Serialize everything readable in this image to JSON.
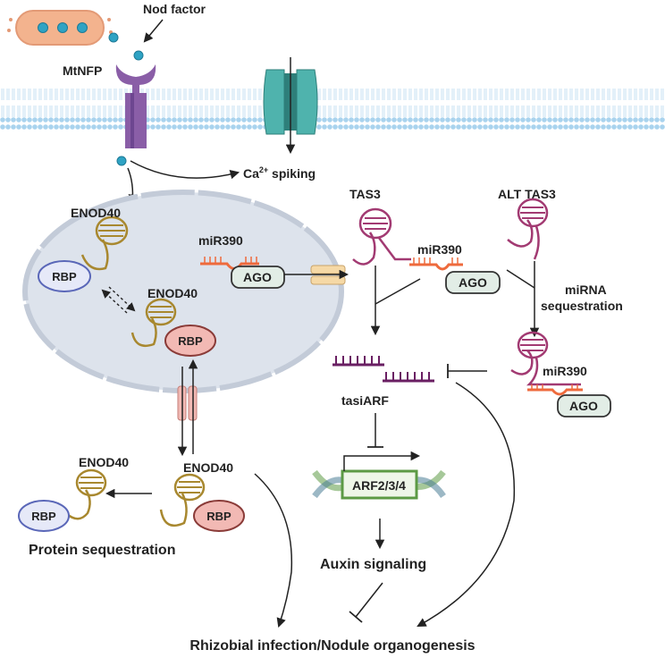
{
  "labels": {
    "nod_factor": "Nod factor",
    "mtnfp": "MtNFP",
    "ca_spiking_base": "Ca",
    "ca_spiking_sup": "2+",
    "ca_spiking_rest": " spiking",
    "enod40_nucleus_top": "ENOD40",
    "enod40_nucleus_mid": "ENOD40",
    "enod40_cyto": "ENOD40",
    "enod40_protein": "ENOD40",
    "mir390_nucleus": "miR390",
    "mir390_cyto": "miR390",
    "mir390_sequestered": "miR390",
    "tas3": "TAS3",
    "alt_tas3": "ALT TAS3",
    "mirna_sequestration_line1": "miRNA",
    "mirna_sequestration_line2": "sequestration",
    "tasiarf": "tasiARF",
    "arf": "ARF2/3/4",
    "auxin_signaling": "Auxin signaling",
    "protein_sequestration": "Protein sequestration",
    "bottom_title": "Rhizobial infection/Nodule organogenesis",
    "rbp": "RBP",
    "ago": "AGO"
  },
  "colors": {
    "enod40_rna": "#a8882f",
    "tas3_rna": "#a23a72",
    "mirna": "#ee6a3c",
    "rbp_blue_fill": "#e6e9f8",
    "rbp_blue_stroke": "#5a67b8",
    "rbp_red_fill": "#f2b9b4",
    "rbp_red_stroke": "#8a3b38",
    "ago_fill": "#e2ede6",
    "nucleus_fill": "#dde3ec",
    "membrane": "#b9daf0",
    "receptor": "#8a5ea7",
    "channel": "#4fb3ad",
    "arf_box": "#5c9a45",
    "tasiarf": "#6a1f63",
    "bacterium": "#f3b38e",
    "nod_factor_dot": "#2fa3c4"
  },
  "icons": [
    "bacterium-icon",
    "receptor-icon",
    "ion-channel-icon",
    "nuclear-pore-icon",
    "dna-helix-icon"
  ]
}
